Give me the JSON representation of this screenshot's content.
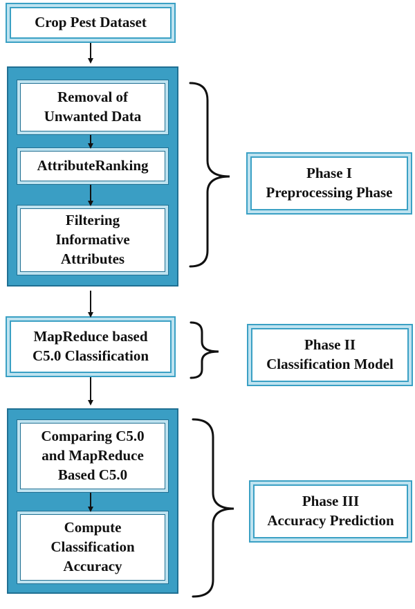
{
  "top": {
    "label": [
      "Crop Pest Dataset"
    ]
  },
  "phase1": {
    "steps": [
      [
        "Removal of",
        "Unwanted Data"
      ],
      [
        "AttributeRanking"
      ],
      [
        "Filtering",
        "Informative",
        "Attributes"
      ]
    ],
    "label": [
      "Phase I",
      "Preprocessing Phase"
    ]
  },
  "phase2": {
    "steps": [
      [
        "MapReduce based",
        "C5.0 Classification"
      ]
    ],
    "label": [
      "Phase II",
      "Classification Model"
    ]
  },
  "phase3": {
    "steps": [
      [
        "Comparing C5.0",
        "and MapReduce",
        "Based C5.0"
      ],
      [
        "Compute",
        "Classification",
        "Accuracy"
      ]
    ],
    "label": [
      "Phase III",
      "Accuracy Prediction"
    ]
  },
  "colors": {
    "accent": "#3aa0c4",
    "accent_light": "#bfe3f0",
    "accent_dark": "#1f6f92"
  }
}
